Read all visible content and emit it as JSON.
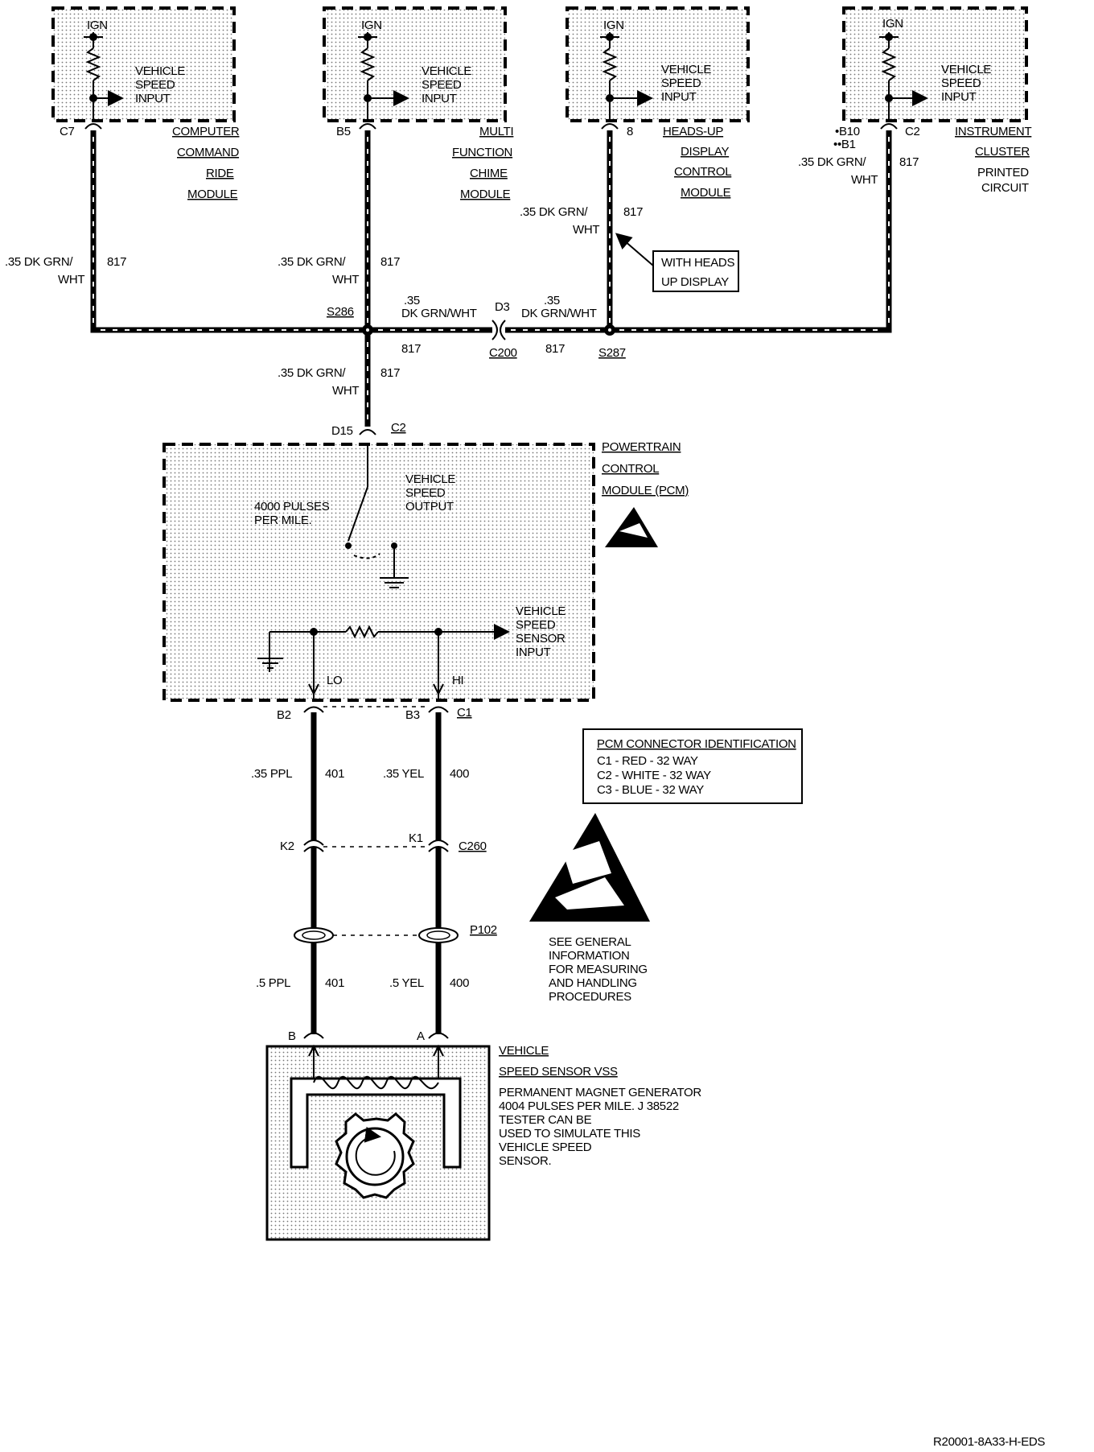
{
  "modules": {
    "ccr": {
      "ign": "IGN",
      "input": [
        "VEHICLE",
        "SPEED",
        "INPUT"
      ],
      "pin": "C7",
      "name": [
        "COMPUTER",
        "COMMAND",
        "RIDE",
        "MODULE"
      ],
      "wire": [
        ".35 DK GRN/",
        "WHT"
      ],
      "circuit": "817"
    },
    "mfc": {
      "ign": "IGN",
      "input": [
        "VEHICLE",
        "SPEED",
        "INPUT"
      ],
      "pin": "B5",
      "name": [
        "MULTI",
        "FUNCTION",
        "CHIME",
        "MODULE"
      ],
      "wire": [
        ".35 DK GRN/",
        "WHT"
      ],
      "circuit": "817"
    },
    "hud": {
      "ign": "IGN",
      "input": [
        "VEHICLE",
        "SPEED",
        "INPUT"
      ],
      "pin": "8",
      "name": [
        "HEADS-UP",
        "DISPLAY",
        "CONTROL",
        "MODULE"
      ],
      "wire": [
        ".35 DK GRN/",
        "WHT"
      ],
      "circuit": "817",
      "note": [
        "WITH HEADS",
        "UP DISPLAY"
      ]
    },
    "ic": {
      "ign": "IGN",
      "input": [
        "VEHICLE",
        "SPEED",
        "INPUT"
      ],
      "pin_a": "•B10",
      "pin_b": "••B1",
      "conn": "C2",
      "name": [
        "INSTRUMENT",
        "CLUSTER",
        "PRINTED",
        "CIRCUIT"
      ],
      "wire": [
        ".35 DK GRN/",
        "WHT"
      ],
      "circuit": "817"
    }
  },
  "bus": {
    "splice_left": "S286",
    "splice_right": "S287",
    "left_wire": [
      ".35",
      "DK GRN/WHT"
    ],
    "left_circuit": "817",
    "right_wire": [
      ".35",
      "DK GRN/WHT"
    ],
    "right_circuit": "817",
    "conn_pin": "D3",
    "conn": "C200",
    "down_wire": [
      ".35 DK GRN/",
      "WHT"
    ],
    "down_circuit": "817"
  },
  "pcm": {
    "pin_in": "D15",
    "conn_in": "C2",
    "name": [
      "POWERTRAIN",
      "CONTROL",
      "MODULE (PCM)"
    ],
    "output": [
      "VEHICLE",
      "SPEED",
      "OUTPUT"
    ],
    "pulses": [
      "4000 PULSES",
      "PER MILE."
    ],
    "sensor_input": [
      "VEHICLE",
      "SPEED",
      "SENSOR",
      "INPUT"
    ],
    "lo": "LO",
    "hi": "HI",
    "pin_lo": "B2",
    "pin_hi": "B3",
    "conn_out": "C1"
  },
  "connector_id": {
    "title": "PCM CONNECTOR IDENTIFICATION",
    "rows": [
      "C1  -  RED  -  32 WAY",
      "C2  -  WHITE  -  32 WAY",
      "C3  -  BLUE  -  32 WAY"
    ]
  },
  "lower_wires": {
    "ppl_upper": ".35 PPL",
    "ppl_upper_circuit": "401",
    "yel_upper": ".35 YEL",
    "yel_upper_circuit": "400",
    "k2": "K2",
    "k1": "K1",
    "c260": "C260",
    "p102": "P102",
    "ppl_lower": ".5 PPL",
    "ppl_lower_circuit": "401",
    "yel_lower": ".5 YEL",
    "yel_lower_circuit": "400"
  },
  "esd_note": [
    "SEE GENERAL",
    "INFORMATION",
    "FOR MEASURING",
    "AND HANDLING",
    "PROCEDURES"
  ],
  "vss": {
    "pin_b": "B",
    "pin_a": "A",
    "name": [
      "VEHICLE",
      "SPEED SENSOR VSS"
    ],
    "desc": [
      "PERMANENT MAGNET GENERATOR",
      "4004 PULSES PER MILE. J 38522",
      "TESTER CAN BE",
      "USED TO SIMULATE THIS",
      "VEHICLE SPEED",
      "SENSOR."
    ]
  },
  "figure_id": "R20001-8A33-H-EDS"
}
